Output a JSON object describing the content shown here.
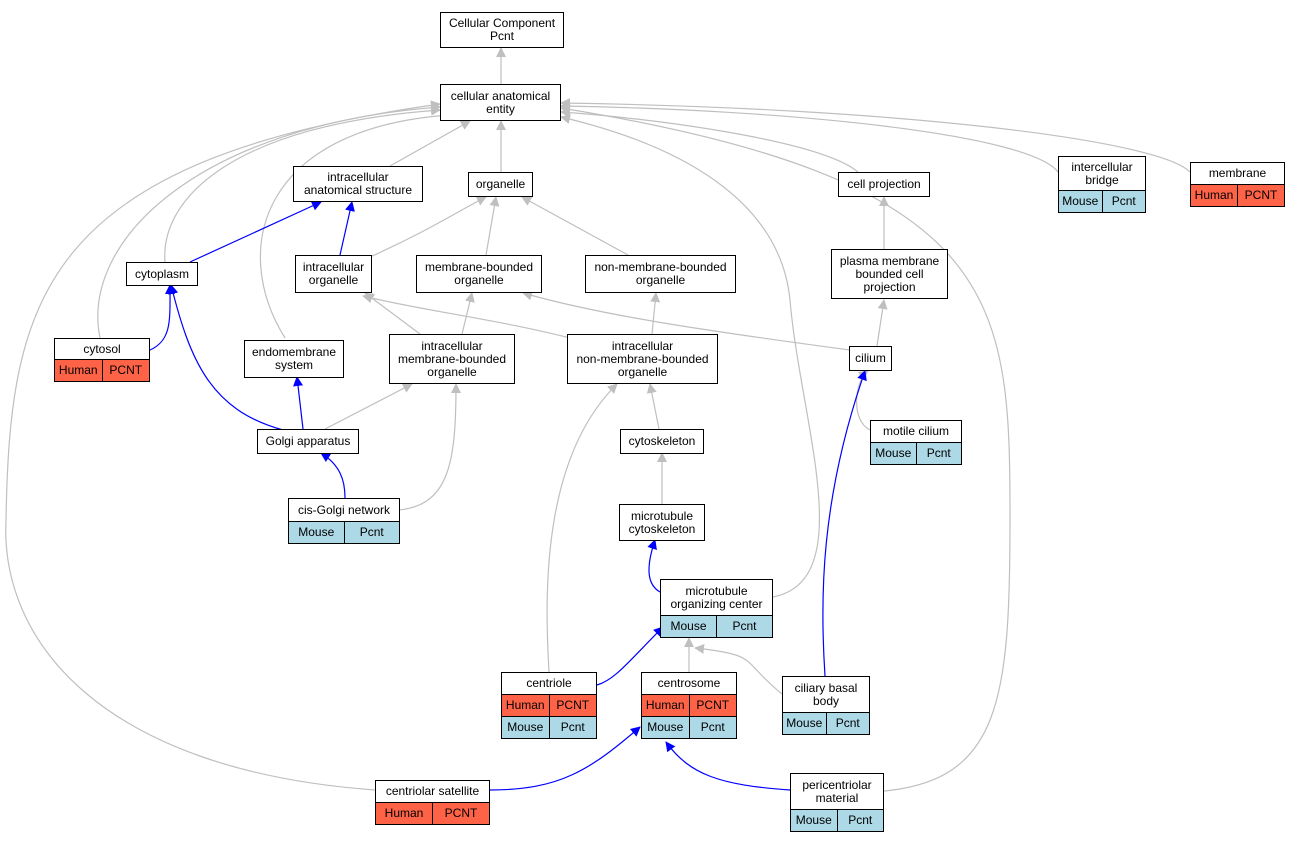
{
  "colors": {
    "grey_edge": "#bfbfbf",
    "blue_edge": "#0000ff",
    "human_fill": "#ff6347",
    "mouse_fill": "#add8e6"
  },
  "nodes": {
    "root": {
      "line1": "Cellular Component",
      "line2": "Pcnt"
    },
    "cae": {
      "line1": "cellular anatomical",
      "line2": "entity"
    },
    "ias": {
      "line1": "intracellular",
      "line2": "anatomical structure"
    },
    "organelle": {
      "line1": "organelle"
    },
    "cellproj": {
      "line1": "cell projection"
    },
    "icbridge": {
      "line1": "intercellular",
      "line2": "bridge",
      "ann1": [
        "Mouse",
        "Pcnt"
      ]
    },
    "membrane": {
      "line1": "membrane",
      "ann1": [
        "Human",
        "PCNT"
      ]
    },
    "cytoplasm": {
      "line1": "cytoplasm"
    },
    "icorg": {
      "line1": "intracellular",
      "line2": "organelle"
    },
    "mborg": {
      "line1": "membrane-bounded",
      "line2": "organelle"
    },
    "nmborg": {
      "line1": "non-membrane-bounded",
      "line2": "organelle"
    },
    "pmbcp": {
      "line1": "plasma membrane",
      "line2": "bounded cell",
      "line3": "projection"
    },
    "cytosol": {
      "line1": "cytosol",
      "ann1": [
        "Human",
        "PCNT"
      ]
    },
    "endomem": {
      "line1": "endomembrane",
      "line2": "system"
    },
    "icmb": {
      "line1": "intracellular",
      "line2": "membrane-bounded",
      "line3": "organelle"
    },
    "icnmb": {
      "line1": "intracellular",
      "line2": "non-membrane-bounded",
      "line3": "organelle"
    },
    "cilium": {
      "line1": "cilium"
    },
    "golgi": {
      "line1": "Golgi apparatus"
    },
    "motile": {
      "line1": "motile cilium",
      "ann1": [
        "Mouse",
        "Pcnt"
      ]
    },
    "cytosk": {
      "line1": "cytoskeleton"
    },
    "cisgolgi": {
      "line1": "cis-Golgi network",
      "ann1": [
        "Mouse",
        "Pcnt"
      ]
    },
    "mtcyto": {
      "line1": "microtubule",
      "line2": "cytoskeleton"
    },
    "mtoc": {
      "line1": "microtubule",
      "line2": "organizing center",
      "ann1": [
        "Mouse",
        "Pcnt"
      ]
    },
    "centriole": {
      "line1": "centriole",
      "ann1": [
        "Human",
        "PCNT"
      ],
      "ann2": [
        "Mouse",
        "Pcnt"
      ]
    },
    "centrosome": {
      "line1": "centrosome",
      "ann1": [
        "Human",
        "PCNT"
      ],
      "ann2": [
        "Mouse",
        "Pcnt"
      ]
    },
    "cbb": {
      "line1": "ciliary basal",
      "line2": "body",
      "ann1": [
        "Mouse",
        "Pcnt"
      ]
    },
    "censat": {
      "line1": "centriolar satellite",
      "ann1": [
        "Human",
        "PCNT"
      ]
    },
    "pcm": {
      "line1": "pericentriolar",
      "line2": "material",
      "ann1": [
        "Mouse",
        "Pcnt"
      ]
    }
  }
}
